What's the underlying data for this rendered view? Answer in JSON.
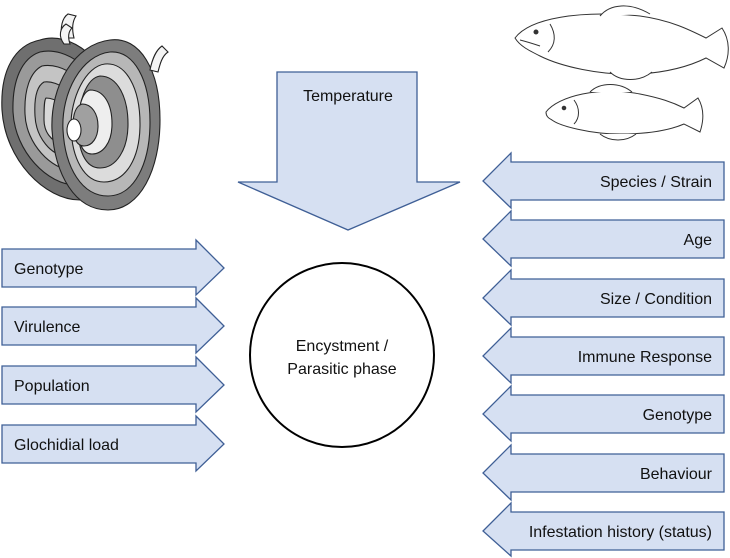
{
  "top_factor": "Temperature",
  "center": {
    "line1": "Encystment /",
    "line2": "Parasitic phase"
  },
  "left_factors": [
    "Genotype",
    "Virulence",
    "Population",
    "Glochidial load"
  ],
  "right_factors": [
    "Species / Strain",
    "Age",
    "Size / Condition",
    "Immune Response",
    "Genotype",
    "Behaviour",
    "Infestation history (status)"
  ],
  "colors": {
    "arrow_fill": "#d6e0f2",
    "arrow_stroke": "#3f5f96",
    "circle_stroke": "#000000"
  },
  "icons": {
    "left": "mussel-icon",
    "right": "fish-icon"
  }
}
